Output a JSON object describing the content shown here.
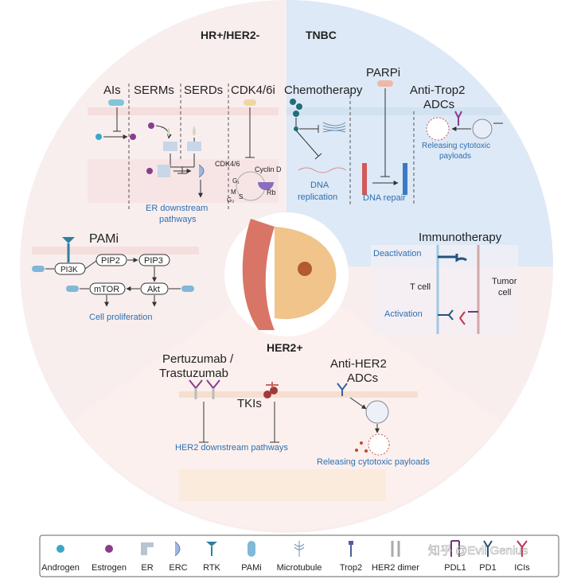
{
  "sections": {
    "hr_pos": "HR+/HER2-",
    "tnbc": "TNBC",
    "her2": "HER2+"
  },
  "hr": {
    "ais": "AIs",
    "serms": "SERMs",
    "serds": "SERDs",
    "cdk": "CDK4/6i",
    "er_downstream_1": "ER downstream",
    "er_downstream_2": "pathways",
    "cdk_label": "CDK4/6",
    "cyclin": "Cyclin D",
    "g1": "G₁",
    "m": "M",
    "g2": "G₂",
    "s": "S",
    "rb": "Rb"
  },
  "tnbc_panel": {
    "chemo": "Chemotherapy",
    "parpi": "PARPi",
    "trop2_1": "Anti-Trop2",
    "trop2_2": "ADCs",
    "dna_rep_1": "DNA",
    "dna_rep_2": "replication",
    "dna_repair": "DNA repair",
    "releasing_1": "Releasing cytotoxic",
    "releasing_2": "payloads"
  },
  "pami": {
    "title": "PAMi",
    "pip2": "PIP2",
    "pip3": "PIP3",
    "pi3k": "PI3K",
    "mtor": "mTOR",
    "akt": "Akt",
    "prolif": "Cell proliferation"
  },
  "immuno": {
    "title": "Immunotherapy",
    "deactivation": "Deactivation",
    "tcell": "T cell",
    "tumor_1": "Tumor",
    "tumor_2": "cell",
    "activation": "Activation"
  },
  "her2_panel": {
    "pertuzumab_1": "Pertuzumab /",
    "pertuzumab_2": "Trastuzumab",
    "tkis": "TKIs",
    "adc_1": "Anti-HER2",
    "adc_2": "ADCs",
    "downstream": "HER2 downstream pathways",
    "releasing": "Releasing cytotoxic payloads"
  },
  "legend": {
    "items": [
      "Androgen",
      "Estrogen",
      "ER",
      "ERC",
      "RTK",
      "PAMi",
      "Microtubule",
      "Trop2",
      "HER2 dimer",
      "PDL1",
      "PD1",
      "ICIs"
    ]
  },
  "watermark": "知乎 @Evil Genius",
  "colors": {
    "tnbc_bg": "#dde9f6",
    "hr_bg": "#fbecec",
    "her2_bg": "#fdf1e6",
    "accent_blue": "#2f6fb0"
  }
}
